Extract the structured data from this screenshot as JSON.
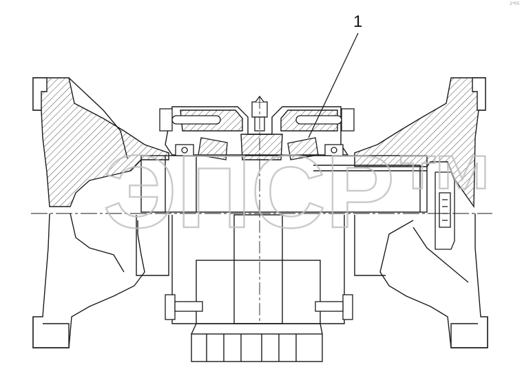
{
  "callouts": [
    {
      "label": "1"
    }
  ],
  "corner_mark": "2*05",
  "watermark": {
    "text": "ЭПСР™"
  },
  "colors": {
    "line": "#1a1a1a",
    "hatch": "#333333",
    "watermark": "#bdbdbd"
  }
}
